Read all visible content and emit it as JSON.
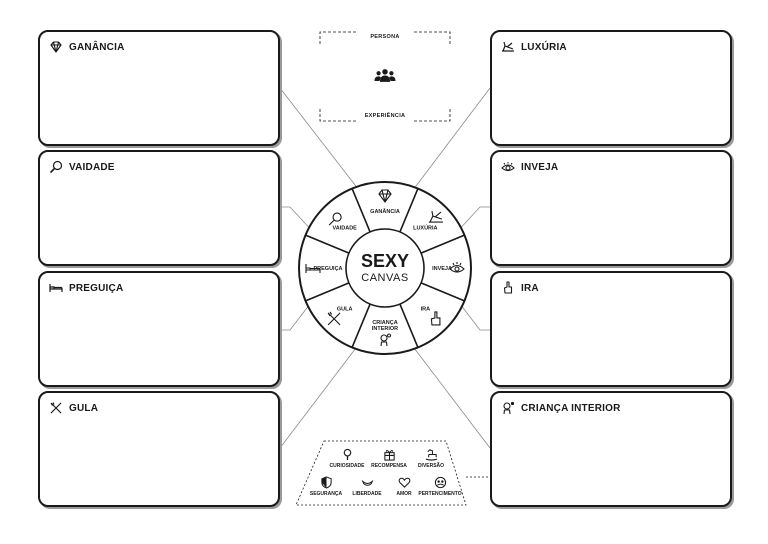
{
  "center": {
    "line1": "SEXY",
    "line2": "CANVAS"
  },
  "boxes": {
    "ganancia": "GANÂNCIA",
    "vaidade": "VAIDADE",
    "preguica": "PREGUIÇA",
    "gula": "GULA",
    "luxuria": "LUXÚRIA",
    "inveja": "INVEJA",
    "ira": "IRA",
    "crianca": "CRIANÇA INTERIOR"
  },
  "wheel_segments": [
    {
      "key": "ganancia",
      "label": "GANÂNCIA",
      "icon": "diamond-icon"
    },
    {
      "key": "luxuria",
      "label": "LUXÚRIA",
      "icon": "lying-figure-icon"
    },
    {
      "key": "inveja",
      "label": "INVEJA",
      "icon": "eye-icon"
    },
    {
      "key": "ira",
      "label": "IRA",
      "icon": "middle-finger-icon"
    },
    {
      "key": "crianca",
      "label": [
        "CRIANÇA",
        "INTERIOR"
      ],
      "icon": "child-icon"
    },
    {
      "key": "gula",
      "label": "GULA",
      "icon": "fork-knife-icon"
    },
    {
      "key": "preguica",
      "label": "PREGUIÇA",
      "icon": "bed-icon"
    },
    {
      "key": "vaidade",
      "label": "VAIDADE",
      "icon": "mirror-icon"
    }
  ],
  "persona": {
    "top_label": "PERSONA",
    "bottom_label": "EXPERIÊNCIA",
    "icon": "group-users-icon"
  },
  "motivations": {
    "row1": [
      "CURIOSIDADE",
      "RECOMPENSA",
      "DIVERSÃO"
    ],
    "row2": [
      "SEGURANÇA",
      "LIBERDADE",
      "AMOR",
      "PERTENCIMENTO"
    ]
  },
  "colors": {
    "ink": "#1a1a1a",
    "shadow": "#9a9a9a",
    "line": "#8a8a8a"
  }
}
